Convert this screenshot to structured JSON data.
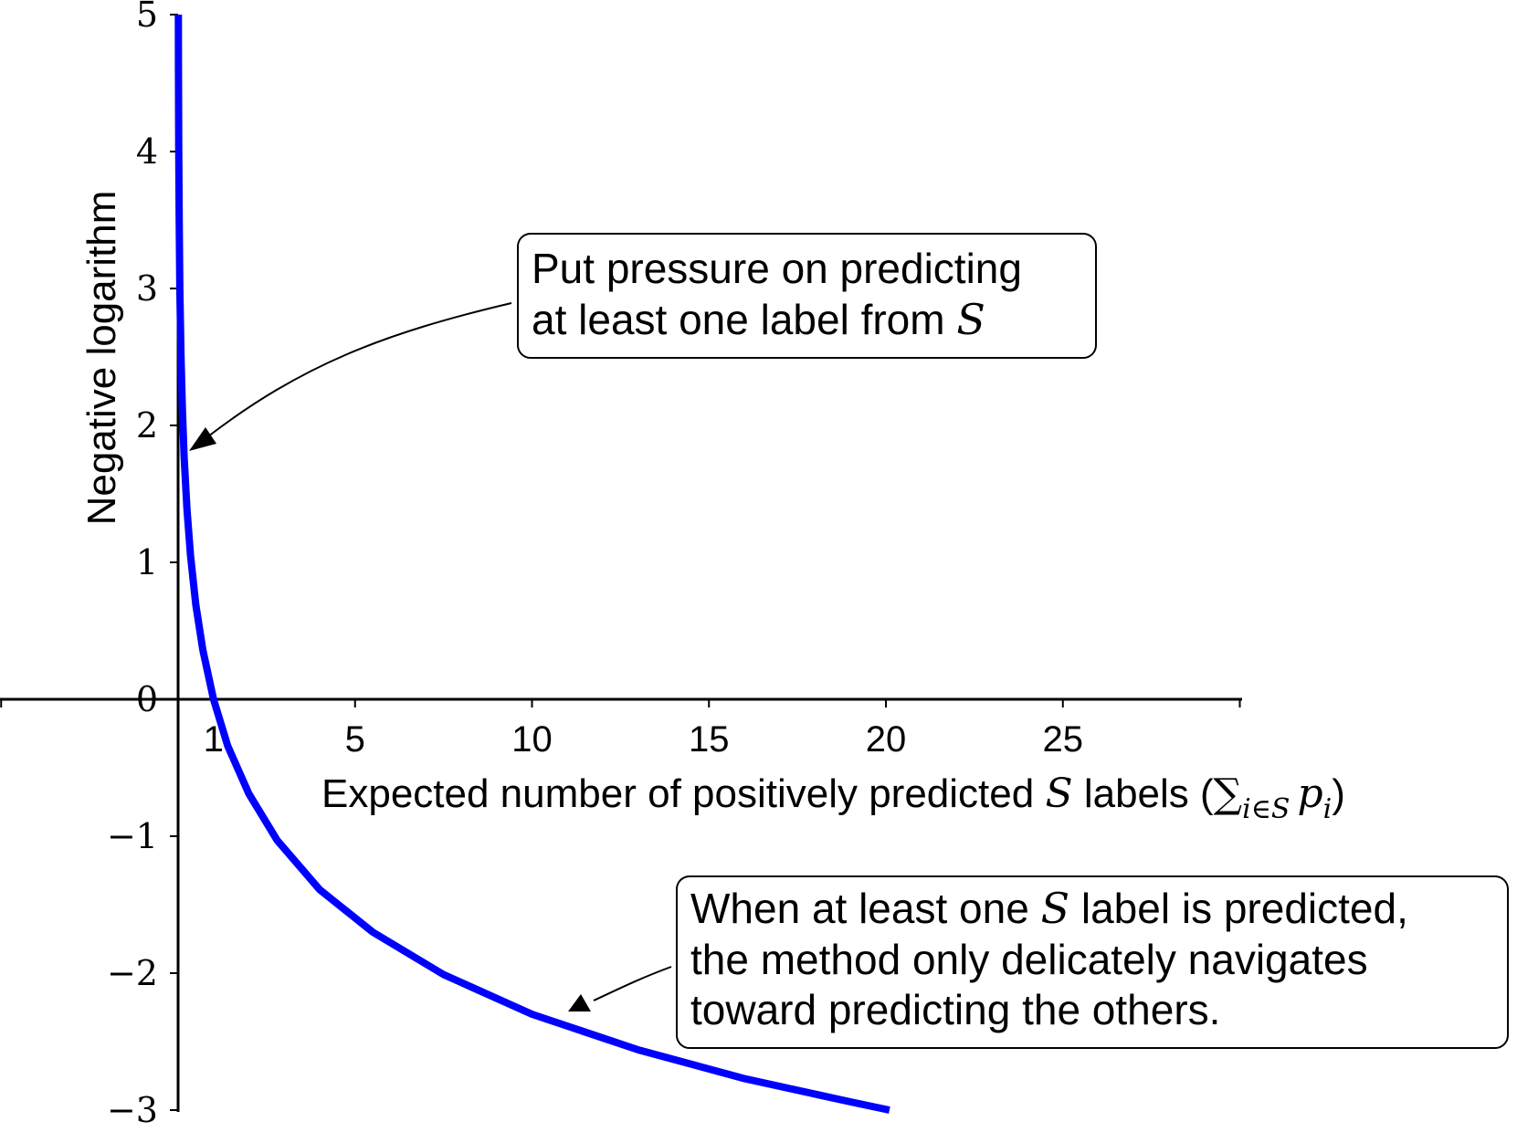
{
  "chart_data": {
    "type": "line",
    "function": "-ln(x)",
    "series": [
      {
        "color": "#0000ff",
        "x": [
          0.0067,
          0.01,
          0.018,
          0.03,
          0.05,
          0.08,
          0.12,
          0.17,
          0.25,
          0.35,
          0.5,
          0.7,
          1.0,
          1.4,
          2.0,
          2.8,
          4.0,
          5.5,
          7.5,
          10.0,
          13.0,
          16.0,
          19.0,
          20.1
        ],
        "y": [
          5.0,
          4.61,
          4.02,
          3.51,
          3.0,
          2.53,
          2.12,
          1.77,
          1.39,
          1.05,
          0.69,
          0.36,
          0.0,
          -0.34,
          -0.69,
          -1.03,
          -1.39,
          -1.7,
          -2.01,
          -2.3,
          -2.56,
          -2.77,
          -2.94,
          -3.0
        ]
      }
    ],
    "xlabel": {
      "prefix": "Expected number of positively predicted ",
      "var": "S",
      "suffix": " labels (",
      "sum": "∑",
      "sub": "i∈S",
      "term": "p",
      "term_sub": "i",
      "close": ")"
    },
    "ylabel": "Negative logarithm",
    "x_ticks": [
      "1",
      "5",
      "10",
      "15",
      "20",
      "25"
    ],
    "x_tick_values": [
      1,
      5,
      10,
      15,
      20,
      25
    ],
    "y_ticks": [
      "5",
      "4",
      "3",
      "2",
      "1",
      "0",
      "−1",
      "−2",
      "−3"
    ],
    "y_tick_values": [
      5,
      4,
      3,
      2,
      1,
      0,
      -1,
      -2,
      -3
    ],
    "xlim": [
      -5,
      30
    ],
    "ylim": [
      -3,
      5
    ],
    "grid": false,
    "annotations": [
      {
        "lines": [
          "Put pressure on predicting",
          "at least one label from "
        ],
        "math_var": "S",
        "target": [
          0.15,
          1.8
        ]
      },
      {
        "line1_prefix": "When at least one ",
        "line1_var": "S",
        "line1_suffix": " label is predicted,",
        "line2": "the method only delicately navigates",
        "line3": "toward predicting the others.",
        "target": [
          11.5,
          -2.3
        ]
      }
    ]
  }
}
